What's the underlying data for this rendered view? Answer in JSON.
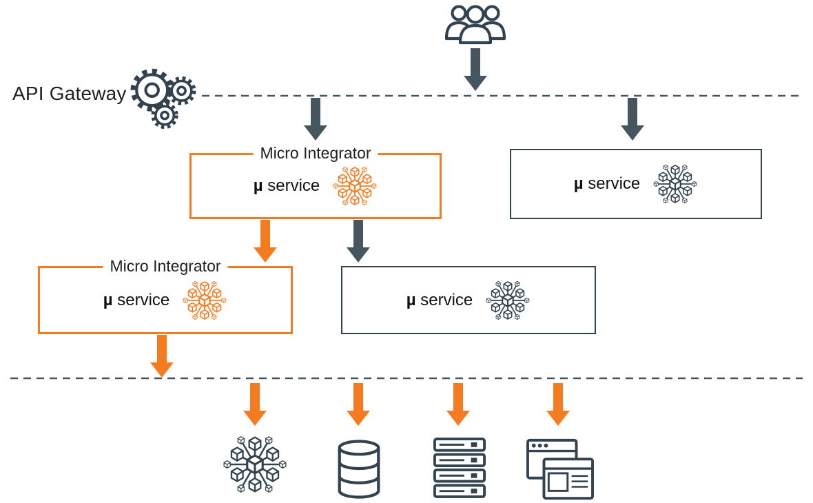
{
  "labels": {
    "api_gateway": "API Gateway"
  },
  "boxes": [
    {
      "id": "micro-integrator-1",
      "title": "Micro Integrator",
      "mu": "µ",
      "service": "service",
      "variant": "orange"
    },
    {
      "id": "service-right",
      "mu": "µ",
      "service": "service",
      "variant": "dark"
    },
    {
      "id": "micro-integrator-2",
      "title": "Micro Integrator",
      "mu": "µ",
      "service": "service",
      "variant": "orange"
    },
    {
      "id": "service-middle",
      "mu": "µ",
      "service": "service",
      "variant": "dark"
    }
  ],
  "icons": {
    "users": "users-icon",
    "gears": "api-gateway-gears-icon",
    "microservice": "microservice-cubes-icon",
    "database": "database-icon",
    "servers": "server-stack-icon",
    "browser": "browser-windows-icon"
  },
  "colors": {
    "orange": "#F47B20",
    "navy": "#33424F",
    "slate": "#46565F",
    "text": "#212121"
  }
}
